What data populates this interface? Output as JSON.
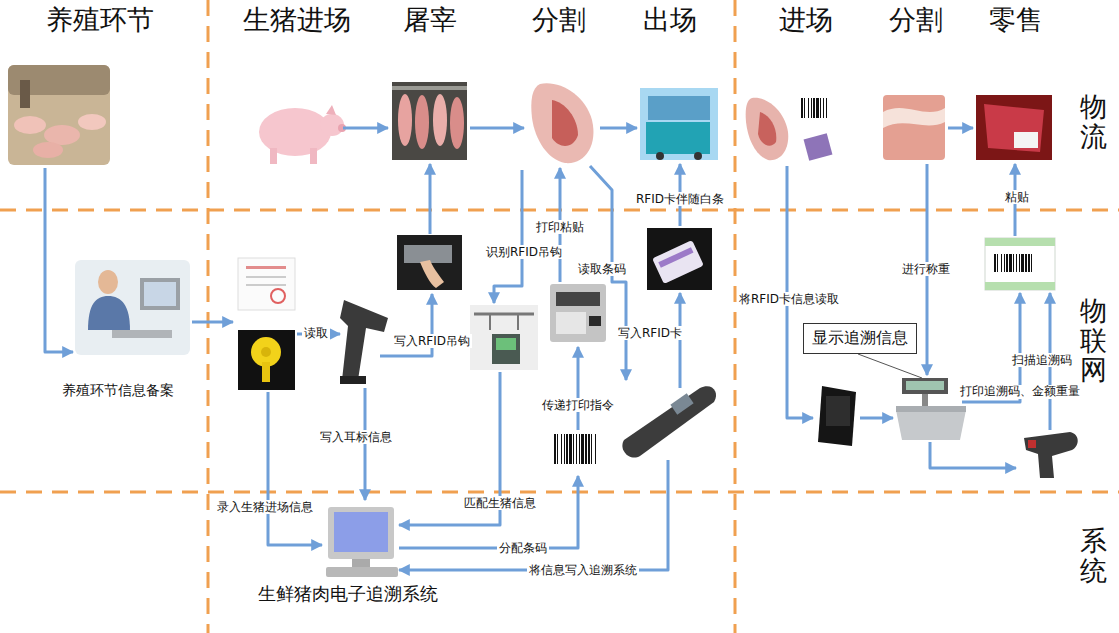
{
  "diagram": {
    "nodes": [
      {
        "text": [
          "养殖环节信息备案"
        ]
      },
      {
        "text": [
          "生鲜猪肉电子追溯系统"
        ]
      },
      {
        "text": [
          "显示追溯信息"
        ]
      }
    ],
    "labels": [
      "养殖环节",
      "生猪进场",
      "屠宰",
      "分割",
      "出场",
      "进场",
      "分割",
      "零售",
      "物流",
      "物联网",
      "系统",
      "读取",
      "写入RFID吊钩",
      "写入耳标信息",
      "录入生猪进场信息",
      "识别RFID吊钩",
      "打印粘贴",
      "读取条码",
      "RFID卡伴随白条",
      "传递打印指令",
      "匹配生猪信息",
      "分配条码",
      "写入RFID卡",
      "将信息写入追溯系统",
      "将RFID卡信息读取",
      "进行称重",
      "粘贴",
      "打印追溯码、金额重量",
      "扫描追溯码"
    ]
  }
}
